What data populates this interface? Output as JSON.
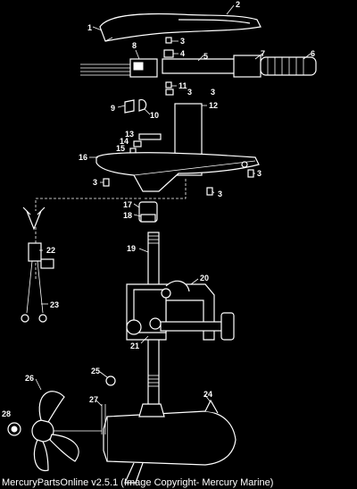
{
  "footer": {
    "caption": "MercuryPartsOnline v2.5.1 (Image Copyright- Mercury Marine)"
  },
  "callouts": [
    {
      "id": "c1",
      "label": "1"
    },
    {
      "id": "c2",
      "label": "2"
    },
    {
      "id": "c3a",
      "label": "3"
    },
    {
      "id": "c4",
      "label": "4"
    },
    {
      "id": "c5",
      "label": "5"
    },
    {
      "id": "c6",
      "label": "6"
    },
    {
      "id": "c7",
      "label": "7"
    },
    {
      "id": "c8",
      "label": "8"
    },
    {
      "id": "c9",
      "label": "9"
    },
    {
      "id": "c10",
      "label": "10"
    },
    {
      "id": "c11",
      "label": "11"
    },
    {
      "id": "c3b",
      "label": "3"
    },
    {
      "id": "c3c",
      "label": "3"
    },
    {
      "id": "c12",
      "label": "12"
    },
    {
      "id": "c13",
      "label": "13"
    },
    {
      "id": "c14",
      "label": "14"
    },
    {
      "id": "c15",
      "label": "15"
    },
    {
      "id": "c16",
      "label": "16"
    },
    {
      "id": "c3d",
      "label": "3"
    },
    {
      "id": "c3e",
      "label": "3"
    },
    {
      "id": "c3f",
      "label": "3"
    },
    {
      "id": "c17",
      "label": "17"
    },
    {
      "id": "c18",
      "label": "18"
    },
    {
      "id": "c19",
      "label": "19"
    },
    {
      "id": "c20",
      "label": "20"
    },
    {
      "id": "c21",
      "label": "21"
    },
    {
      "id": "c22",
      "label": "22"
    },
    {
      "id": "c23",
      "label": "23"
    },
    {
      "id": "c24",
      "label": "24"
    },
    {
      "id": "c25",
      "label": "25"
    },
    {
      "id": "c26",
      "label": "26"
    },
    {
      "id": "c27",
      "label": "27"
    },
    {
      "id": "c28",
      "label": "28"
    }
  ]
}
